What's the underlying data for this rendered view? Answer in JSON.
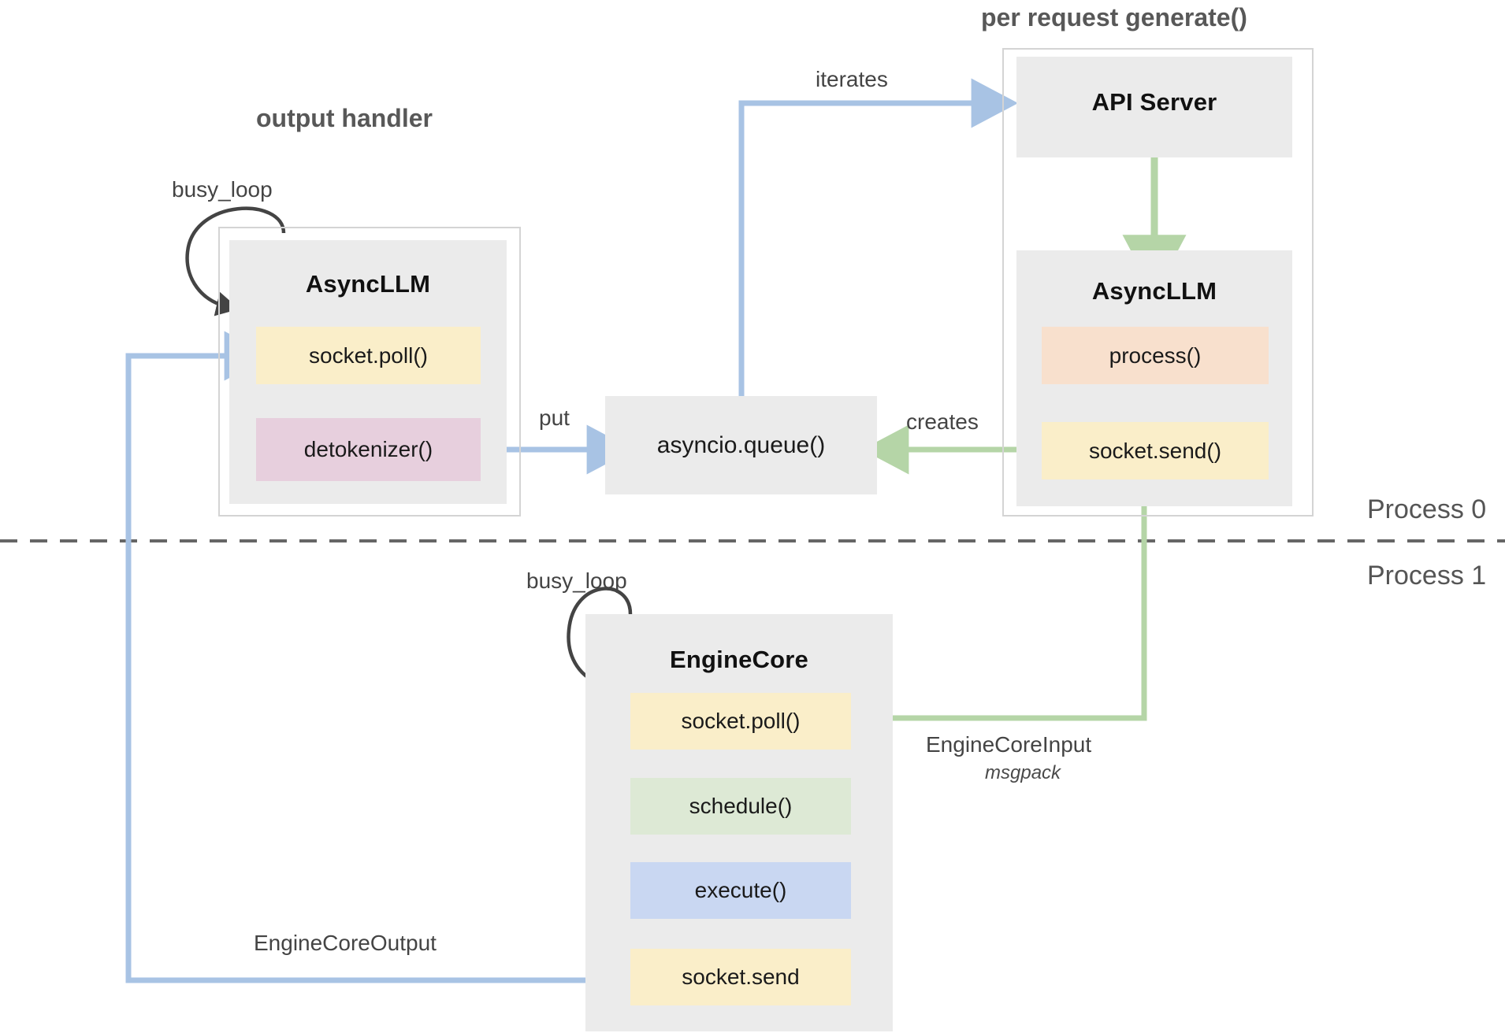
{
  "diagram": {
    "title_output_handler": "output handler",
    "title_per_request": "per request generate()",
    "process_top": "Process 0",
    "process_bottom": "Process 1"
  },
  "output_handler": {
    "busy_loop_label": "busy_loop",
    "class_name": "AsyncLLM",
    "methods": [
      {
        "label": "socket.poll()",
        "color": "#faeec9"
      },
      {
        "label": "detokenizer()",
        "color": "#e7cfdd"
      }
    ]
  },
  "queue": {
    "label": "asyncio.queue()"
  },
  "per_request": {
    "api_server": "API Server",
    "class_name": "AsyncLLM",
    "methods": [
      {
        "label": "process()",
        "color": "#f8e0cd"
      },
      {
        "label": "socket.send()",
        "color": "#faeec9"
      }
    ]
  },
  "engine_core": {
    "busy_loop_label": "busy_loop",
    "class_name": "EngineCore",
    "methods": [
      {
        "label": "socket.poll()",
        "color": "#faeec9"
      },
      {
        "label": "schedule()",
        "color": "#dde9d5"
      },
      {
        "label": "execute()",
        "color": "#c9d7f2"
      },
      {
        "label": "socket.send",
        "color": "#faeec9"
      }
    ]
  },
  "edges": {
    "iterates": "iterates",
    "put": "put",
    "creates": "creates",
    "engine_core_input": "EngineCoreInput",
    "engine_core_input_sub": "msgpack",
    "engine_core_output": "EngineCoreOutput"
  },
  "colors": {
    "blue_arrow": "#a8c3e4",
    "green_arrow": "#b5d5a7",
    "dark_arrow": "#444444",
    "box_grey": "#ebebeb",
    "frame_grey": "#d4d4d4",
    "divider": "#666666"
  }
}
